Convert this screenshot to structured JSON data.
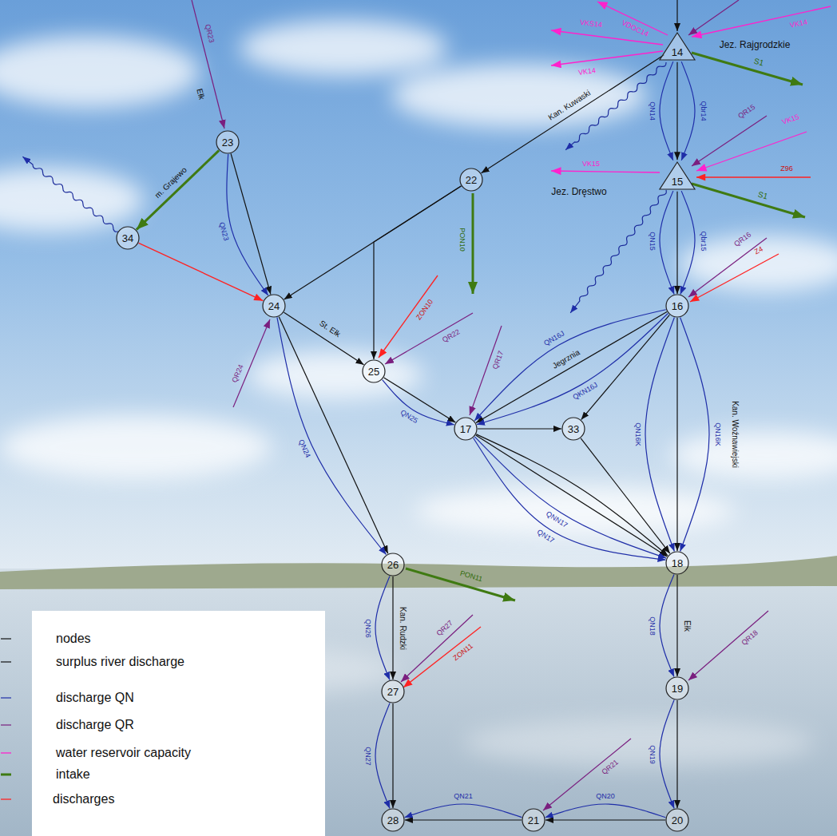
{
  "diagram": {
    "nodes": [
      {
        "text": [
          "14"
        ]
      },
      {
        "text": [
          "15"
        ]
      },
      {
        "text": [
          "23"
        ]
      },
      {
        "text": [
          "22"
        ]
      },
      {
        "text": [
          "34"
        ]
      },
      {
        "text": [
          "24"
        ]
      },
      {
        "text": [
          "16"
        ]
      },
      {
        "text": [
          "25"
        ]
      },
      {
        "text": [
          "17"
        ]
      },
      {
        "text": [
          "33"
        ]
      },
      {
        "text": [
          "26"
        ]
      },
      {
        "text": [
          "18"
        ]
      },
      {
        "text": [
          "27"
        ]
      },
      {
        "text": [
          "19"
        ]
      },
      {
        "text": [
          "28"
        ]
      },
      {
        "text": [
          "21"
        ]
      },
      {
        "text": [
          "20"
        ]
      }
    ],
    "edges": [
      {
        "from": 0,
        "to": 1,
        "arrow": "to"
      },
      {
        "from": 0,
        "to": 1,
        "label": "QN14",
        "arrow": "to"
      },
      {
        "from": 0,
        "to": 1,
        "label": "Qbr14",
        "arrow": "to"
      },
      {
        "from": 0,
        "to": 3,
        "label": "Kan. Kuwaski",
        "arrow": "to"
      },
      {
        "from": 1,
        "to": 6,
        "arrow": "to"
      },
      {
        "from": 1,
        "to": 6,
        "label": "QN15",
        "arrow": "to"
      },
      {
        "from": 1,
        "to": 6,
        "label": "Qbr15",
        "arrow": "to"
      },
      {
        "from": 3,
        "to": 5,
        "arrow": "to"
      },
      {
        "from": 3,
        "to": 7,
        "arrow": "to"
      },
      {
        "from": 2,
        "to": 5,
        "arrow": "to"
      },
      {
        "from": 2,
        "to": 5,
        "label": "QN23",
        "arrow": "to"
      },
      {
        "from": 2,
        "to": 4,
        "label": "m. Grajewo",
        "arrow": "to"
      },
      {
        "from": 4,
        "to": 5,
        "arrow": "to"
      },
      {
        "from": 5,
        "to": 7,
        "label": "St. Ełk",
        "arrow": "to"
      },
      {
        "from": 5,
        "to": 10,
        "arrow": "to"
      },
      {
        "from": 5,
        "to": 10,
        "label": "QN24",
        "arrow": "to"
      },
      {
        "from": 7,
        "to": 8,
        "arrow": "to"
      },
      {
        "from": 7,
        "to": 8,
        "label": "QN25",
        "arrow": "to"
      },
      {
        "from": 6,
        "to": 8,
        "label": "Jegrznia",
        "arrow": "to"
      },
      {
        "from": 6,
        "to": 8,
        "label": "QN16J",
        "arrow": "to"
      },
      {
        "from": 6,
        "to": 8,
        "label": "QKN16J",
        "arrow": "to"
      },
      {
        "from": 6,
        "to": 9,
        "arrow": "to"
      },
      {
        "from": 6,
        "to": 11,
        "label": "Kan. Woźnawiejski",
        "arrow": "to"
      },
      {
        "from": 6,
        "to": 11,
        "label": "QN16K",
        "arrow": "to"
      },
      {
        "from": 6,
        "to": 11,
        "label": "QN16K",
        "arrow": "to"
      },
      {
        "from": 8,
        "to": 9,
        "arrow": "to"
      },
      {
        "from": 8,
        "to": 11,
        "arrow": "to"
      },
      {
        "from": 8,
        "to": 11,
        "arrow": "to"
      },
      {
        "from": 8,
        "to": 11,
        "label": "QNN17",
        "arrow": "to"
      },
      {
        "from": 8,
        "to": 11,
        "label": "QN17",
        "arrow": "to"
      },
      {
        "from": 9,
        "to": 11,
        "arrow": "to"
      },
      {
        "from": 10,
        "to": 12,
        "label": "Kan. Rudzki",
        "arrow": "to"
      },
      {
        "from": 10,
        "to": 12,
        "label": "QN26",
        "arrow": "to"
      },
      {
        "from": 11,
        "to": 13,
        "label": "Ełk",
        "arrow": "to"
      },
      {
        "from": 11,
        "to": 13,
        "label": "QN18",
        "arrow": "to"
      },
      {
        "from": 12,
        "to": 14,
        "arrow": "to"
      },
      {
        "from": 12,
        "to": 14,
        "label": "QN27",
        "arrow": "to"
      },
      {
        "from": 13,
        "to": 16,
        "arrow": "to"
      },
      {
        "from": 13,
        "to": 16,
        "label": "QN19",
        "arrow": "to"
      },
      {
        "from": 16,
        "to": 15,
        "arrow": "to"
      },
      {
        "from": 16,
        "to": 15,
        "label": "QN20",
        "arrow": "to"
      },
      {
        "from": 15,
        "to": 14,
        "arrow": "to"
      },
      {
        "from": 15,
        "to": 14,
        "label": "QN21",
        "arrow": "to"
      }
    ],
    "labels": [
      "QR23",
      "Ełk",
      "VDOC14",
      "VK14",
      "VKS14",
      "VK14",
      "S1",
      "Jez. Rajgrodzkie",
      "QR15",
      "VK15",
      "Z96",
      "VK15",
      "Jez. Dręstwo",
      "S1",
      "QR16",
      "Z4",
      "PON10",
      "ZON10",
      "QR22",
      "QR17",
      "QR24",
      "PON11",
      "QR27",
      "ZON11",
      "QR18",
      "QR21"
    ],
    "legend": [
      {
        "text": "nodes"
      },
      {
        "text": "surplus river discharge"
      },
      {
        "text": "discharge QN"
      },
      {
        "text": "discharge QR"
      },
      {
        "text": "water reservoir capacity"
      },
      {
        "text": "intake"
      },
      {
        "text": "discharges"
      }
    ]
  }
}
